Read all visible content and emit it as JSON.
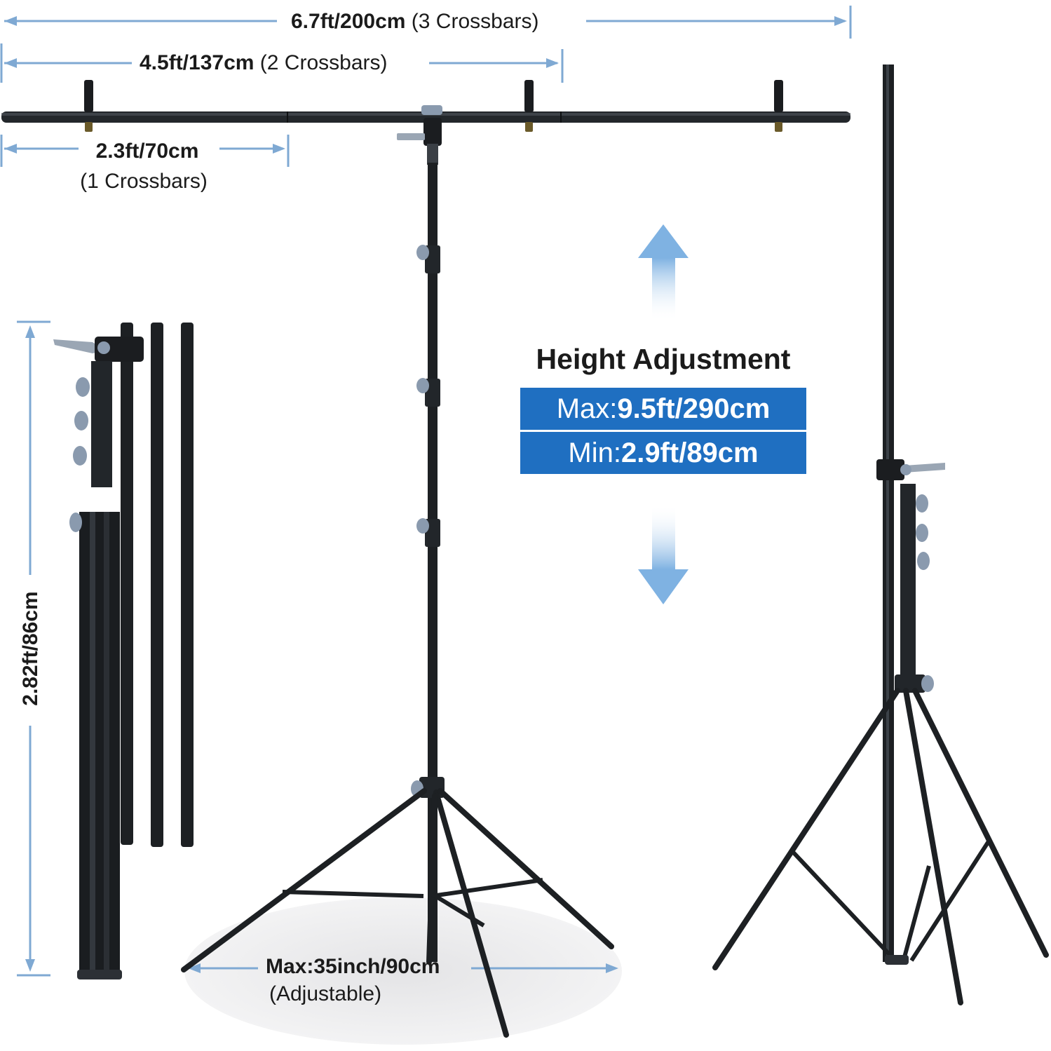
{
  "dimensions": {
    "width_200": {
      "value": "6.7ft/200cm",
      "note": "(3 Crossbars)"
    },
    "width_137": {
      "value": "4.5ft/137cm",
      "note": "(2 Crossbars)"
    },
    "width_70": {
      "value": "2.3ft/70cm",
      "note": "(1 Crossbars)"
    },
    "folded_height": "2.82ft/86cm",
    "base_width": {
      "value": "Max:35inch/90cm",
      "note": "(Adjustable)"
    }
  },
  "height_adjustment": {
    "title": "Height Adjustment",
    "max_prefix": "Max:",
    "max_value": "9.5ft/290cm",
    "min_prefix": "Min:",
    "min_value": "2.9ft/89cm"
  },
  "colors": {
    "dimension_line": "#7fa9d3",
    "badge_blue": "#1f6fc1",
    "metal": "#1d2023",
    "knob": "#8a9aae",
    "floor_shadow": "#e9e9ea"
  }
}
